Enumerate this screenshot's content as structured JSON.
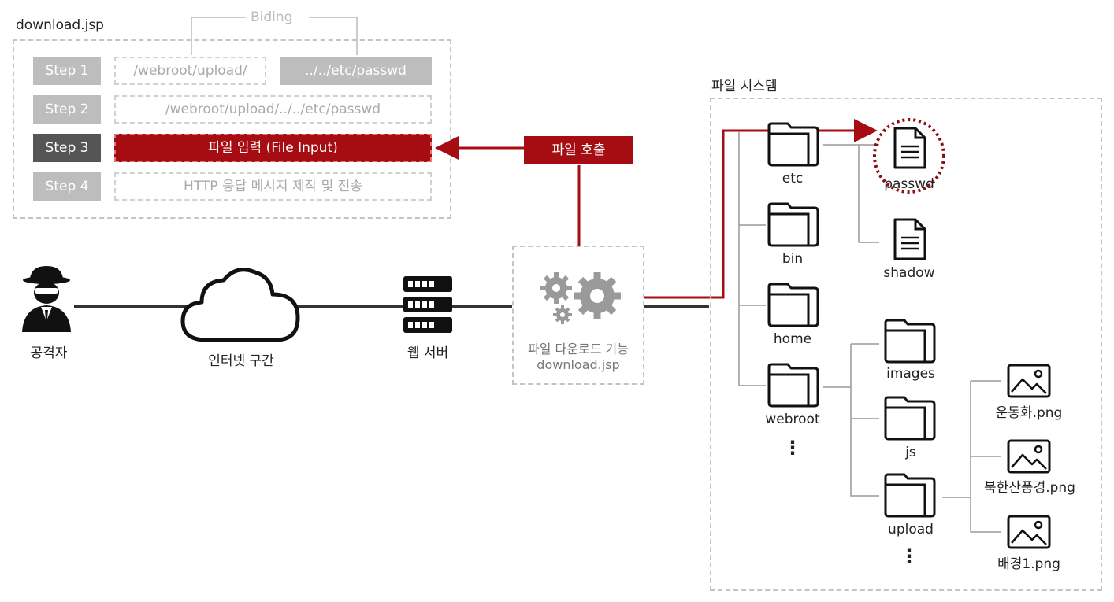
{
  "jsp_panel": {
    "title": "download.jsp",
    "binding_label": "Biding",
    "steps": [
      {
        "label": "Step 1"
      },
      {
        "label": "Step 2"
      },
      {
        "label": "Step 3"
      },
      {
        "label": "Step 4"
      }
    ],
    "step1_path": "/webroot/upload/",
    "step1_input": "../../etc/passwd",
    "step2_path": "/webroot/upload/../../etc/passwd",
    "step3_text": "파일 입력 (File Input)",
    "step4_text": "HTTP 응답 메시지 제작 및 전송"
  },
  "call_label": "파일 호출",
  "network": {
    "attacker": "공격자",
    "internet": "인터넷 구간",
    "webserver": "웹 서버",
    "function_line1": "파일 다운로드 기능",
    "function_line2": "download.jsp"
  },
  "filesystem": {
    "title": "파일 시스템",
    "folders": [
      "etc",
      "bin",
      "home",
      "webroot"
    ],
    "etc_files": [
      "passwd",
      "shadow"
    ],
    "webroot_folders": [
      "images",
      "js",
      "upload"
    ],
    "upload_files": [
      "운동화.png",
      "북한산풍경.png",
      "배경1.png"
    ],
    "ellipsis": "⋮"
  },
  "colors": {
    "accent": "#a50d12",
    "line_dark": "#333333",
    "dashed": "#c4c4c4"
  }
}
